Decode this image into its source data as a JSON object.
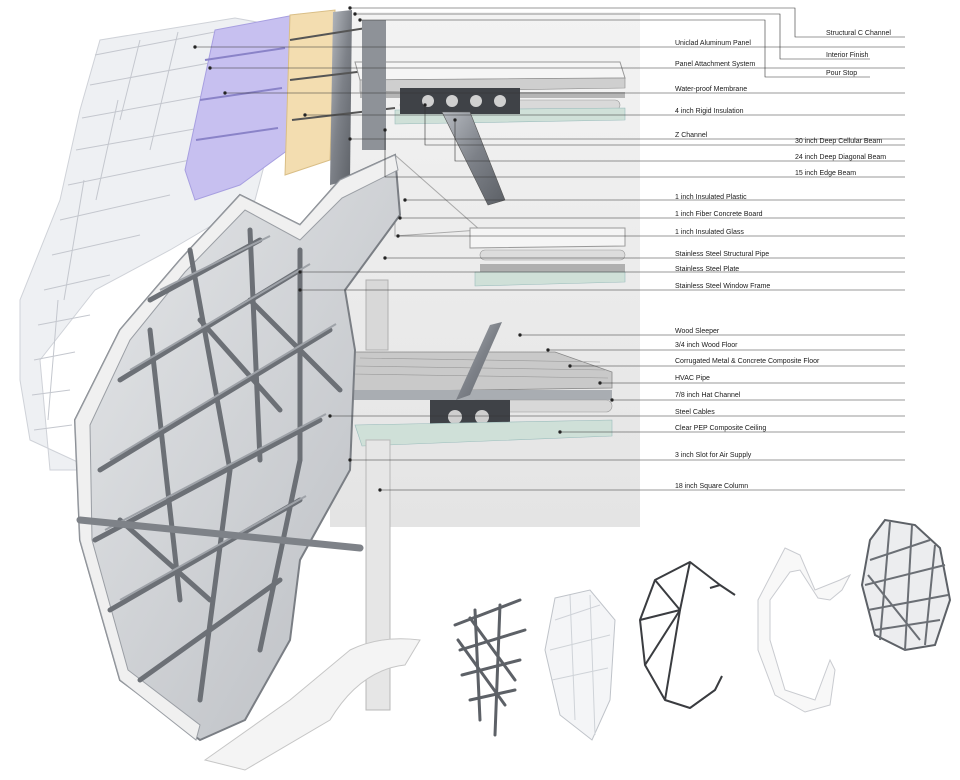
{
  "colors": {
    "panel_white": "#f2f2f4",
    "panel_edge": "#c9cbd2",
    "membrane_purple": "#c9c2f2",
    "insulation_tan": "#f3ddb0",
    "steel_dark": "#6f737a",
    "steel_mid": "#9ea2a8",
    "glass": "#cfe0d8",
    "leader": "#333333",
    "backdrop": "#ececec"
  },
  "callouts": [
    {
      "id": "structural-c-channel",
      "text": "Structural C Channel"
    },
    {
      "id": "unclad-aluminum-panel",
      "text": "Uniclad Aluminum Panel"
    },
    {
      "id": "interior-finish",
      "text": "Interior Finish"
    },
    {
      "id": "panel-attachment-system",
      "text": "Panel Attachment System"
    },
    {
      "id": "pour-stop",
      "text": "Pour Stop"
    },
    {
      "id": "waterproof-membrane",
      "text": "Water-proof Membrane"
    },
    {
      "id": "rigid-insulation",
      "text": "4 inch Rigid Insulation"
    },
    {
      "id": "z-channel",
      "text": "Z Channel"
    },
    {
      "id": "cellular-beam",
      "text": "30 inch Deep Cellular Beam"
    },
    {
      "id": "diagonal-beam",
      "text": "24 inch Deep Diagonal Beam"
    },
    {
      "id": "edge-beam",
      "text": "15 inch Edge Beam"
    },
    {
      "id": "insulated-plastic",
      "text": "1 inch Insulated Plastic"
    },
    {
      "id": "fiber-concrete-board",
      "text": "1 inch Fiber Concrete Board"
    },
    {
      "id": "insulated-glass",
      "text": "1 inch Insulated Glass"
    },
    {
      "id": "stainless-structural-pipe",
      "text": "Stainless Steel Structural Pipe"
    },
    {
      "id": "stainless-plate",
      "text": "Stainless Steel Plate"
    },
    {
      "id": "stainless-window-frame",
      "text": "Stainless Steel Window Frame"
    },
    {
      "id": "wood-sleeper",
      "text": "Wood Sleeper"
    },
    {
      "id": "wood-floor",
      "text": "3/4 inch Wood Floor"
    },
    {
      "id": "composite-floor",
      "text": "Corrugated Metal & Concrete Composite Floor"
    },
    {
      "id": "hvac-pipe",
      "text": "HVAC Pipe"
    },
    {
      "id": "hat-channel",
      "text": "7/8 inch Hat Channel"
    },
    {
      "id": "steel-cables",
      "text": "Steel Cables"
    },
    {
      "id": "pep-ceiling",
      "text": "Clear PEP Composite Ceiling"
    },
    {
      "id": "air-slot",
      "text": "3 inch Slot for Air Supply"
    },
    {
      "id": "square-column",
      "text": "18 inch Square Column"
    }
  ],
  "explosion_views": [
    {
      "id": "frame-members",
      "icon": "steel-frame-members-icon"
    },
    {
      "id": "glazing-shell",
      "icon": "glazing-shell-icon"
    },
    {
      "id": "wireframe-outline",
      "icon": "wireframe-outline-icon"
    },
    {
      "id": "solid-surround",
      "icon": "solid-surround-icon"
    },
    {
      "id": "assembled-frame",
      "icon": "assembled-frame-icon"
    }
  ]
}
